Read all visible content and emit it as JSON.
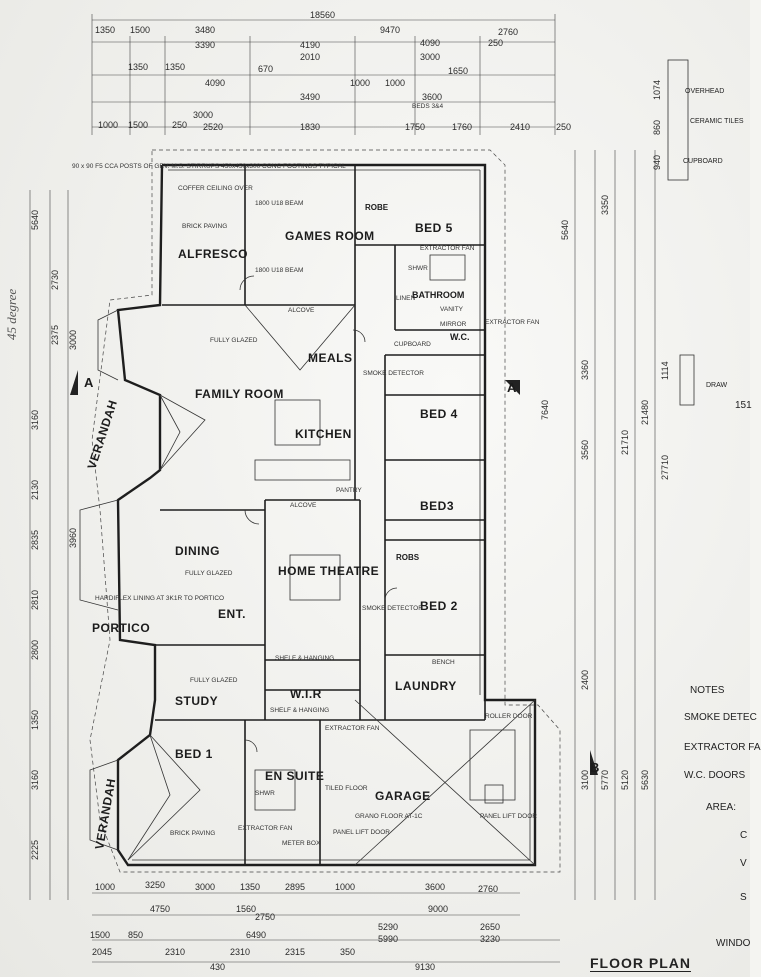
{
  "title": "FLOOR PLAN",
  "rooms": {
    "alfresco": "ALFRESCO",
    "games_room": "GAMES ROOM",
    "bed5": "BED 5",
    "bathroom": "BATHROOM",
    "wc": "W.C.",
    "meals": "MEALS",
    "family_room": "FAMILY ROOM",
    "kitchen": "KITCHEN",
    "bed4": "BED 4",
    "bed3": "BED3",
    "verandah_top": "VERANDAH",
    "dining": "DINING",
    "home_theatre": "HOME THEATRE",
    "bed2": "BED 2",
    "ent": "ENT.",
    "portico": "PORTICO",
    "study": "STUDY",
    "wir": "W.I.R",
    "laundry": "LAUNDRY",
    "bed1": "BED 1",
    "ensuite": "EN SUITE",
    "garage": "GARAGE",
    "verandah_bottom": "VERANDAH",
    "robe": "ROBE",
    "robs": "ROBS"
  },
  "fixtures": {
    "coffer_ceiling": "COFFER CEILING OVER",
    "brick_paving": "BRICK PAVING",
    "fully_glazed": "FULLY GLAZED",
    "alcove": "ALCOVE",
    "cupboard": "CUPBOARD",
    "smoke_detector": "SMOKE DETECTOR",
    "entry_fan": "EXTRACTOR FAN",
    "pantry": "PANTRY",
    "shelf_hanging": "SHELF & HANGING",
    "vanity": "VANITY",
    "shower": "SHWR",
    "bench": "BENCH",
    "panel_lift_door": "PANEL LIFT DOOR",
    "roller_door": "ROLLER DOOR",
    "meter_box": "METER BOX",
    "grano_floor": "GRANO FLOOR AT-1C",
    "hardiflex": "HARDIFLEX LINING AT 3K1R TO PORTICO",
    "linen": "LINEN",
    "mirror": "MIRROR",
    "beam": "1800 U18 BEAM",
    "tiled_floor": "TILED FLOOR",
    "posts": "90 x 90 F5 CCA POSTS OF GRV. M.S. STIRRUPS 450x450x300 CONC FOOTINGS TYPICAL"
  },
  "dimensions": {
    "top_total": "18560",
    "top_sub": [
      "1350",
      "1500",
      "3480",
      "3390",
      "9470",
      "2760",
      "4190",
      "2010",
      "4090",
      "3000",
      "1650",
      "250"
    ],
    "top_row3": [
      "1350",
      "1350",
      "4090",
      "670",
      "3490",
      "1000",
      "1000",
      "3600",
      "BEDS 3&4"
    ],
    "top_row4": [
      "1000",
      "1500",
      "250",
      "3000",
      "2520",
      "1830",
      "1750",
      "1760",
      "2410",
      "250"
    ],
    "bottom_total": "9130",
    "bottom_row1": [
      "1000",
      "3250",
      "3000",
      "1350",
      "2895",
      "1000",
      "3600",
      "2760"
    ],
    "bottom_row2": [
      "4750",
      "1560",
      "2750",
      "9000"
    ],
    "bottom_row3": [
      "1500",
      "850",
      "6490",
      "5290",
      "5990",
      "2650",
      "3230"
    ],
    "bottom_row4": [
      "2045",
      "2310",
      "2310",
      "2315",
      "350",
      "430"
    ],
    "left_col": [
      "5640",
      "2730",
      "2375",
      "3000",
      "3160",
      "2130",
      "2835",
      "3960",
      "2810",
      "2800",
      "1350",
      "3160",
      "2225"
    ],
    "right_col": [
      "5640",
      "3350",
      "3360",
      "7640",
      "3560",
      "21480",
      "27710",
      "21710",
      "2400",
      "3100",
      "5770",
      "5120",
      "5630"
    ],
    "right_top": [
      "1074",
      "860",
      "940",
      "1114"
    ]
  },
  "section_markers": {
    "a_left": "A",
    "a_right": "A",
    "b_bottom": "B",
    "handwritten": "45 degree"
  },
  "right_notes": {
    "roof_items": [
      "OVERHEAD",
      "CERAMIC TILES",
      "CUPBOARD",
      "DRAW"
    ],
    "notes_title": "NOTES",
    "notes": [
      "SMOKE DETEC",
      "EXTRACTOR FA",
      "W.C. DOORS",
      "AREA:"
    ],
    "letters": [
      "C",
      "V",
      "S"
    ],
    "window": "WINDO",
    "page_number": "151"
  }
}
